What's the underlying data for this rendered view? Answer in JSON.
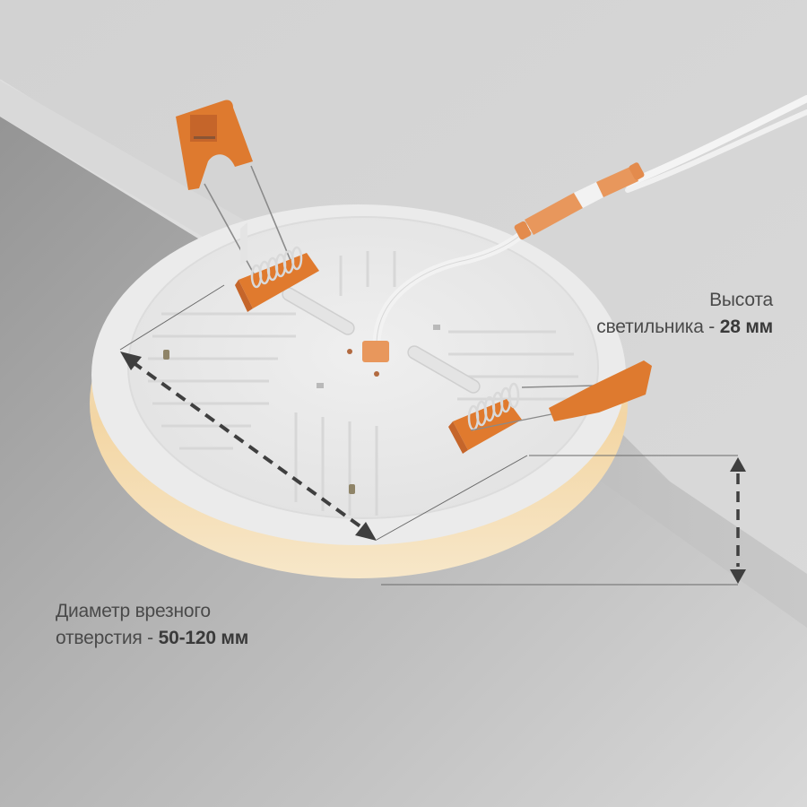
{
  "annotations": {
    "height": {
      "line1": "Высота",
      "line2_prefix": "светильника - ",
      "value": "28 мм"
    },
    "diameter": {
      "line1": "Диаметр врезного",
      "line2_prefix": "отверстия - ",
      "value": "50-120 мм"
    }
  },
  "colors": {
    "background_light": "#d6d6d6",
    "background_dark": "#9a9a9a",
    "ceiling_panel": "#cfcfcf",
    "luminaire_white": "#ececec",
    "accent_orange": "#e07a2e",
    "connector_orange": "#e8975c",
    "glow_warm": "#f5d9a8",
    "text": "#4a4a4a",
    "dimension_arrow": "#3f3f3f"
  },
  "icons": {
    "diameter_arrow": "dashed-double-arrow-diagonal",
    "height_arrow": "dashed-double-arrow-vertical"
  }
}
